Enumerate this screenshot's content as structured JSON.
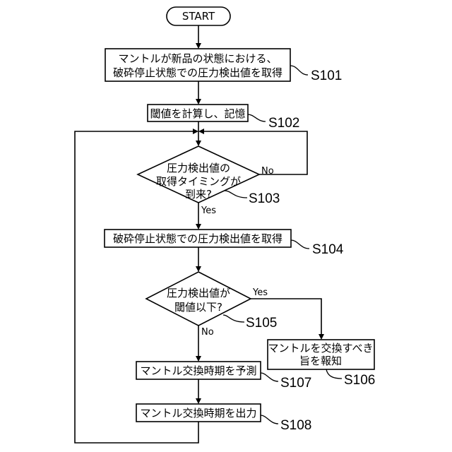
{
  "flowchart": {
    "start": {
      "label": "START"
    },
    "s101": {
      "line1": "マントルが新品の状態における、",
      "line2": "破砕停止状態での圧力検出値を取得",
      "step": "S101"
    },
    "s102": {
      "text": "閾値を計算し、記憶",
      "step": "S102"
    },
    "s103": {
      "line1": "圧力検出値の",
      "line2": "取得タイミングが",
      "line3": "到来?",
      "step": "S103",
      "no_label": "No",
      "yes_label": "Yes"
    },
    "s104": {
      "text": "破砕停止状態での圧力検出値を取得",
      "step": "S104"
    },
    "s105": {
      "line1": "圧力検出値が",
      "line2": "閾値以下?",
      "step": "S105",
      "yes_label": "Yes",
      "no_label": "No"
    },
    "s106": {
      "line1": "マントルを交換すべき",
      "line2": "旨を報知",
      "step": "S106"
    },
    "s107": {
      "text": "マントル交換時期を予測",
      "step": "S107"
    },
    "s108": {
      "text": "マントル交換時期を出力",
      "step": "S108"
    }
  }
}
